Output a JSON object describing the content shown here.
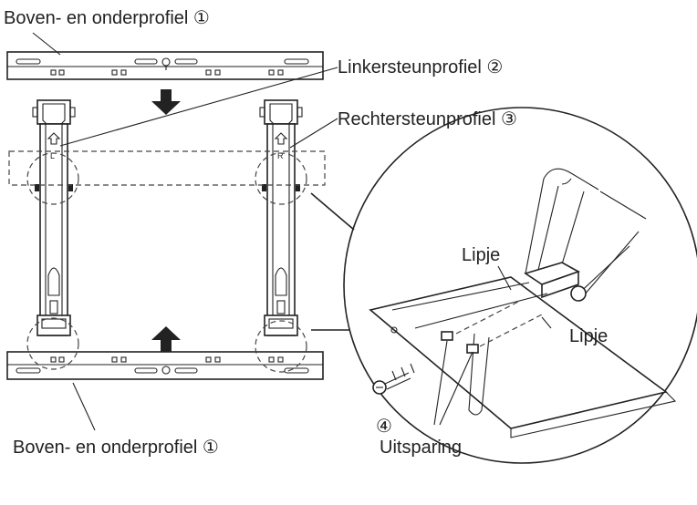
{
  "labels": {
    "top_profile": "Boven- en onderprofiel ①",
    "bottom_profile": "Boven- en onderprofiel ①",
    "left_support": "Linkersteunprofiel ②",
    "right_support": "Rechtersteunprofiel ③",
    "tab_1": "Lipje",
    "tab_2": "Lipje",
    "recess": "Uitsparing",
    "screw": "④",
    "mark_left": "L",
    "mark_right": "R"
  },
  "colors": {
    "line": "#222222",
    "arrow": "#222222",
    "background": "#ffffff"
  },
  "icons": {
    "down_arrow": "down-arrow-icon",
    "up_arrow": "up-arrow-icon",
    "screw": "screw-icon"
  }
}
